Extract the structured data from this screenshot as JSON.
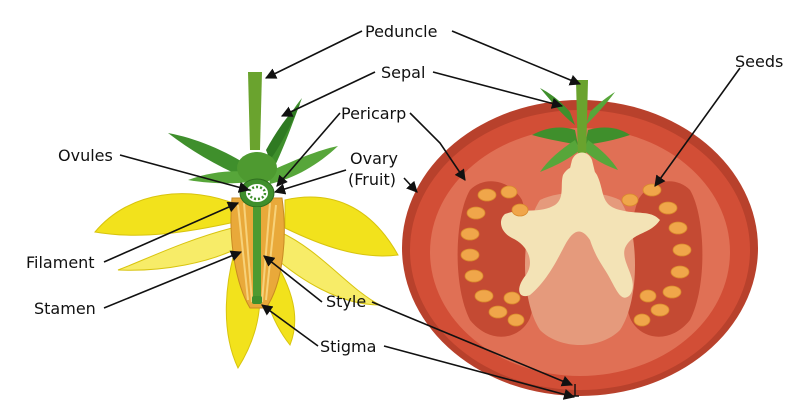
{
  "labels": {
    "peduncle": "Peduncle",
    "sepal": "Sepal",
    "pericarp": "Pericarp",
    "seeds": "Seeds",
    "ovules": "Ovules",
    "ovary_line1": "Ovary",
    "ovary_line2": "(Fruit)",
    "filament": "Filament",
    "stamen": "Stamen",
    "style": "Style",
    "stigma": "Stigma"
  },
  "colors": {
    "petal": "#f2e21c",
    "petal_light": "#f7ec68",
    "petal_edge": "#d8c40e",
    "stem": "#6aa32e",
    "sepal": "#3f8f2c",
    "sepal_light": "#57a63a",
    "ovary": "#4e9a30",
    "stamen": "#e9a93a",
    "tomato_skin": "#d24e36",
    "tomato_dark": "#b8412c",
    "tomato_flesh": "#e07055",
    "tomato_core": "#e59a7c",
    "placenta": "#f3e3b6",
    "locule": "#c44a33",
    "seed": "#f0a64a",
    "seed_light": "#f7c57a",
    "line": "#111111"
  }
}
